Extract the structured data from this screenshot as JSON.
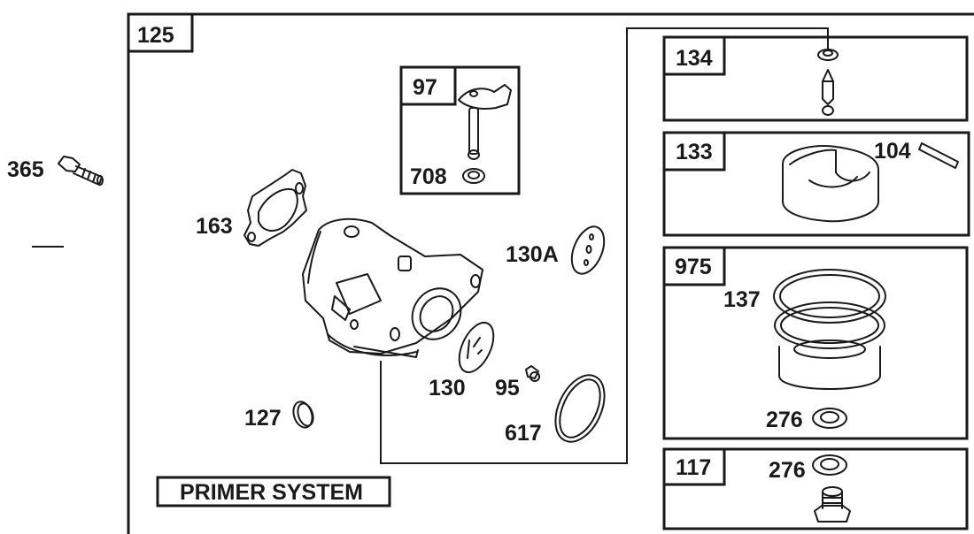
{
  "diagram": {
    "title": "PRIMER SYSTEM",
    "main_assembly": {
      "ref": "125",
      "description": "carburetor-assembly"
    },
    "outside_parts": [
      {
        "ref": "365",
        "part": "bolt"
      }
    ],
    "inside_parts": [
      {
        "ref": "163",
        "part": "gasket"
      },
      {
        "ref": "130A",
        "part": "primer-diaphragm-cover"
      },
      {
        "ref": "130",
        "part": "primer-diaphragm"
      },
      {
        "ref": "95",
        "part": "screw"
      },
      {
        "ref": "617",
        "part": "o-ring"
      },
      {
        "ref": "127",
        "part": "welch-plug"
      }
    ],
    "kits": [
      {
        "ref": "97",
        "part": "throttle-shaft-kit",
        "sub": [
          {
            "ref": "708",
            "part": "seal"
          }
        ]
      },
      {
        "ref": "134",
        "part": "inlet-needle-and-seat",
        "sub": []
      },
      {
        "ref": "133",
        "part": "float",
        "sub": [
          {
            "ref": "104",
            "part": "float-hinge-pin"
          }
        ]
      },
      {
        "ref": "975",
        "part": "float-bowl-kit",
        "sub": [
          {
            "ref": "137",
            "part": "float-bowl-gasket"
          },
          {
            "ref": "276",
            "part": "washer"
          }
        ]
      },
      {
        "ref": "117",
        "part": "bowl-nut-kit",
        "sub": [
          {
            "ref": "276",
            "part": "washer"
          }
        ]
      }
    ]
  }
}
